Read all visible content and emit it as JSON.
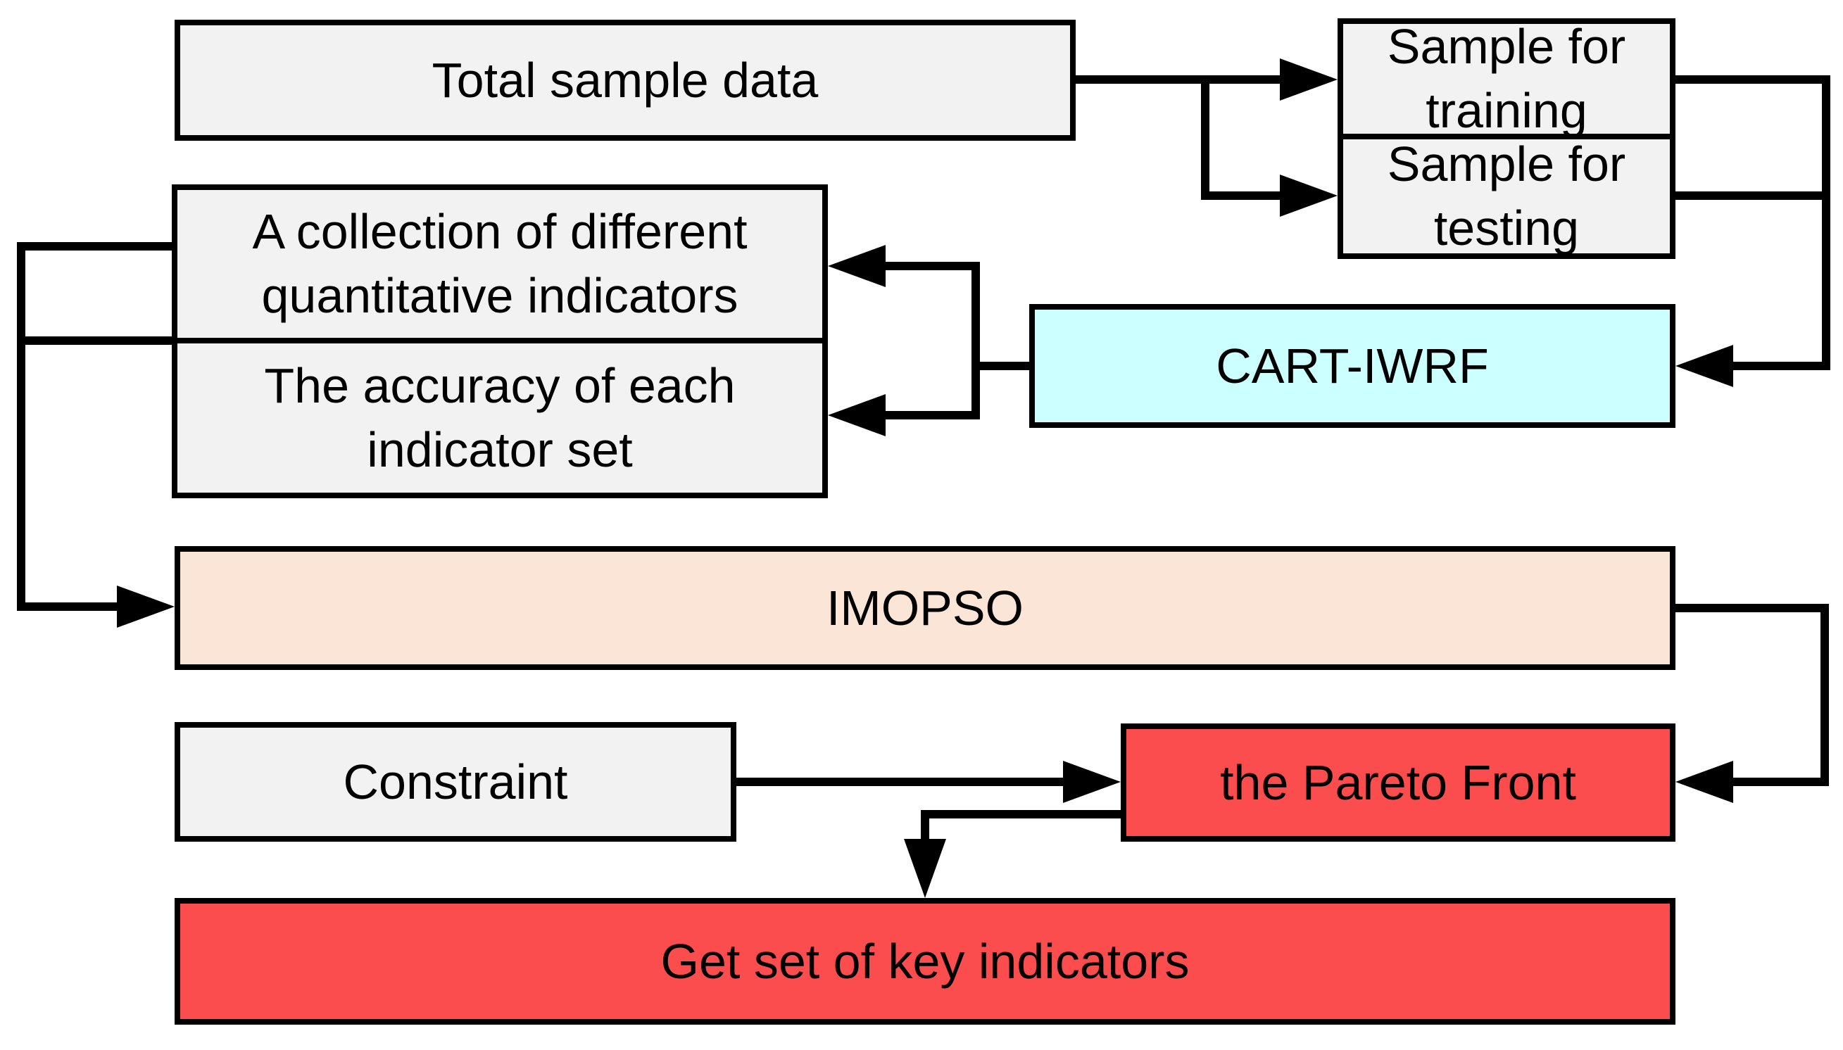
{
  "diagram": {
    "background": "#ffffff",
    "line_color": "#000000",
    "text_color": "#000000",
    "nodes": [
      {
        "id": "total-sample-data",
        "lines": [
          "Total sample data"
        ],
        "fill": "#f2f2f2"
      },
      {
        "id": "sample-for-training",
        "lines": [
          "Sample for",
          "training"
        ],
        "fill": "#f2f2f2"
      },
      {
        "id": "sample-for-testing",
        "lines": [
          "Sample for",
          "testing"
        ],
        "fill": "#f2f2f2"
      },
      {
        "id": "indicator-collection",
        "lines": [
          "A collection of different",
          "quantitative indicators"
        ],
        "fill": "#f2f2f2"
      },
      {
        "id": "indicator-accuracy",
        "lines": [
          "The accuracy of each",
          "indicator set"
        ],
        "fill": "#f2f2f2"
      },
      {
        "id": "cart-iwrf",
        "lines": [
          "CART-IWRF"
        ],
        "fill": "#ccffff"
      },
      {
        "id": "imopso",
        "lines": [
          "IMOPSO"
        ],
        "fill": "#fbe5d6"
      },
      {
        "id": "constraint",
        "lines": [
          "Constraint"
        ],
        "fill": "#f2f2f2"
      },
      {
        "id": "pareto-front",
        "lines": [
          "the Pareto Front"
        ],
        "fill": "#fb4d4d"
      },
      {
        "id": "key-indicators",
        "lines": [
          "Get set of key indicators"
        ],
        "fill": "#fb4d4d"
      }
    ]
  }
}
